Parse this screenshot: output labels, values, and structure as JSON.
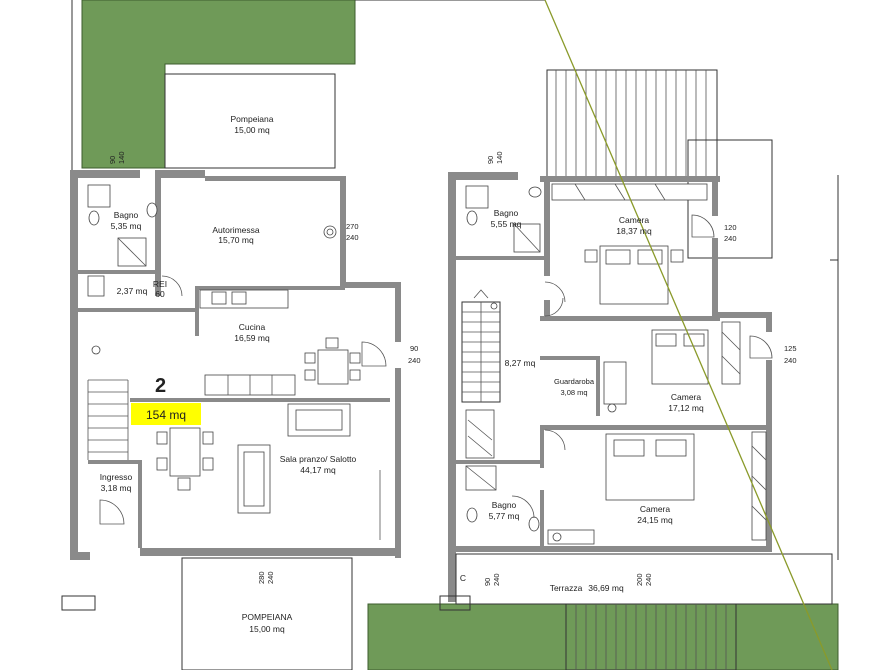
{
  "colors": {
    "grass": "#6f9a58",
    "wall": "#8a8a8a",
    "highlight": "#ffff00",
    "diagonal": "#8a9a2a"
  },
  "unit": {
    "number": "2",
    "area": "154 mq"
  },
  "ground_floor": {
    "pompeiana_top": {
      "name": "Pompeiana",
      "area": "15,00 mq"
    },
    "bagno": {
      "name": "Bagno",
      "area": "5,35 mq"
    },
    "autorimessa": {
      "name": "Autorimessa",
      "area": "15,70 mq"
    },
    "ripostiglio_area": "2,37 mq",
    "rei": {
      "name": "REI",
      "value": "60"
    },
    "cucina": {
      "name": "Cucina",
      "area": "16,59 mq"
    },
    "sala": {
      "name": "Sala pranzo/ Salotto",
      "area": "44,17 mq"
    },
    "ingresso": {
      "name": "Ingresso",
      "area": "3,18 mq"
    },
    "pompeiana_bottom": {
      "name": "POMPEIANA",
      "area": "15,00 mq"
    },
    "dims": {
      "d1a": "90",
      "d1b": "140",
      "d2a": "270",
      "d2b": "240",
      "d3a": "90",
      "d3b": "240",
      "d4a": "280",
      "d4b": "240"
    }
  },
  "first_floor": {
    "bagno_top": {
      "name": "Bagno",
      "area": "5,55 mq"
    },
    "camera1": {
      "name": "Camera",
      "area": "18,37 mq"
    },
    "disimpegno_area": "8,27 mq",
    "guardaroba": {
      "name": "Guardaroba",
      "area": "3,08 mq"
    },
    "camera2": {
      "name": "Camera",
      "area": "17,12 mq"
    },
    "camera3": {
      "name": "Camera",
      "area": "24,15 mq"
    },
    "bagno_bottom": {
      "name": "Bagno",
      "area": "5,77 mq"
    },
    "terrazza": {
      "name": "Terrazza",
      "area": "36,69 mq"
    },
    "c_label": "C",
    "dims": {
      "d1a": "90",
      "d1b": "140",
      "d2a": "120",
      "d2b": "240",
      "d3a": "125",
      "d3b": "240",
      "d4a": "90",
      "d4b": "240",
      "d5a": "200",
      "d5b": "240"
    }
  }
}
